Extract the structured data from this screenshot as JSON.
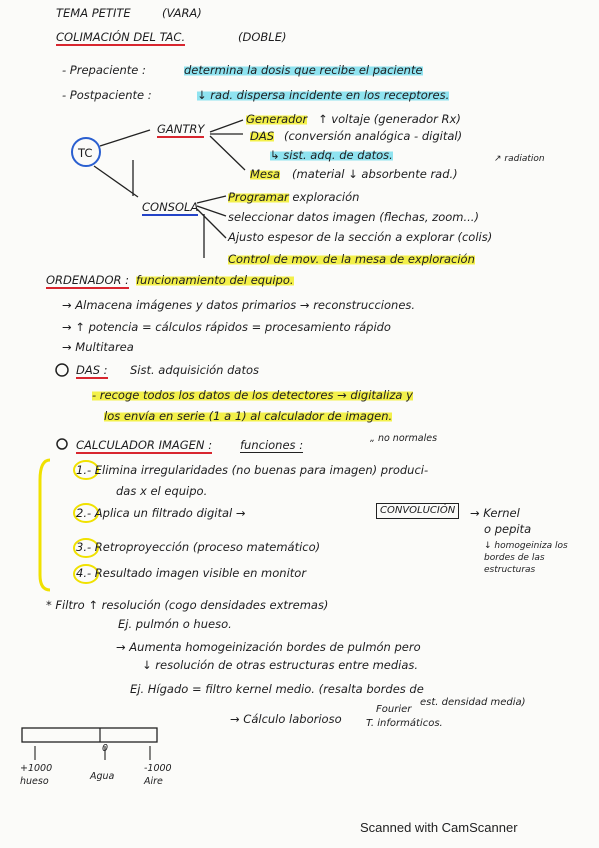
{
  "header": {
    "tema": "TEMA PETITE",
    "vara": "(VARA)"
  },
  "colimacion": {
    "title": "COLIMACIÓN DEL TAC.",
    "sub": "(DOBLE)",
    "pre_label": "- Prepaciente :",
    "pre_text": "determina la dosis que recibe el paciente",
    "post_label": "- Postpaciente :",
    "post_text": "↓ rad. dispersa incidente en los receptores."
  },
  "tc": {
    "circle": "TC",
    "gantry": "GANTRY",
    "consola": "CONSOLA",
    "g1": "Generador",
    "g1b": "↑ voltaje (generador Rx)",
    "g2": "DAS",
    "g2b": "(conversión analógica - digital)",
    "g3": "↳ sist. adq. de datos.",
    "g3n": "↗ radiation",
    "g4": "Mesa",
    "g4b": "(material ↓ absorbente rad.)",
    "c1": "Programar exploración",
    "c2": "seleccionar datos imagen (flechas, zoom...)",
    "c3": "Ajusto espesor de la sección a explorar (colis)",
    "c4": "Control de mov. de la mesa de exploración"
  },
  "ordenador": {
    "title": "ORDENADOR :",
    "text": "funcionamiento del equipo.",
    "l1": "→ Almacena imágenes y datos primarios → reconstrucciones.",
    "l2": "→ ↑ potencia = cálculos rápidos = procesamiento rápido",
    "l3": "→ Multitarea"
  },
  "das": {
    "label": "DAS :",
    "text": "Sist. adquisición datos",
    "l1": "- recoge todos los datos de los detectores → digitaliza y",
    "l2": "los envía en serie (1 a 1) al calculador de imagen."
  },
  "calc": {
    "title": "CALCULADOR IMAGEN :",
    "funciones": "funciones :",
    "note": "„ no normales",
    "i1": "1.- Elimina irregularidades (no buenas para imagen) produci-",
    "i1b": "das x el equipo.",
    "i2a": "2.- Aplica un filtrado digital →",
    "i2box": "CONVOLUCIÓN",
    "i2k": "→ Kernel",
    "i2p": "o pepita",
    "i2h": "↓ homogeiniza los bordes de las estructuras",
    "i3": "3.- Retroproyección (proceso matemático)",
    "i4": "4.- Resultado imagen visible en monitor"
  },
  "filtro": {
    "l1": "* Filtro ↑ resolución (cogo densidades extremas)",
    "l2": "Ej. pulmón o hueso.",
    "l3": "→ Aumenta homogeinización bordes de pulmón pero",
    "l4": "↓ resolución de otras estructuras entre medias.",
    "l5": "Ej. Hígado = filtro kernel medio. (resalta bordes de",
    "l5b": "est. densidad media)",
    "l6a": "→ Cálculo laborioso",
    "l6b": "Fourier",
    "l6c": "T. informáticos."
  },
  "scale": {
    "a": "+1000",
    "a2": "hueso",
    "b": "0",
    "b2": "Agua",
    "c": "-1000",
    "c2": "Aire"
  },
  "footer": "Scanned with CamScanner"
}
